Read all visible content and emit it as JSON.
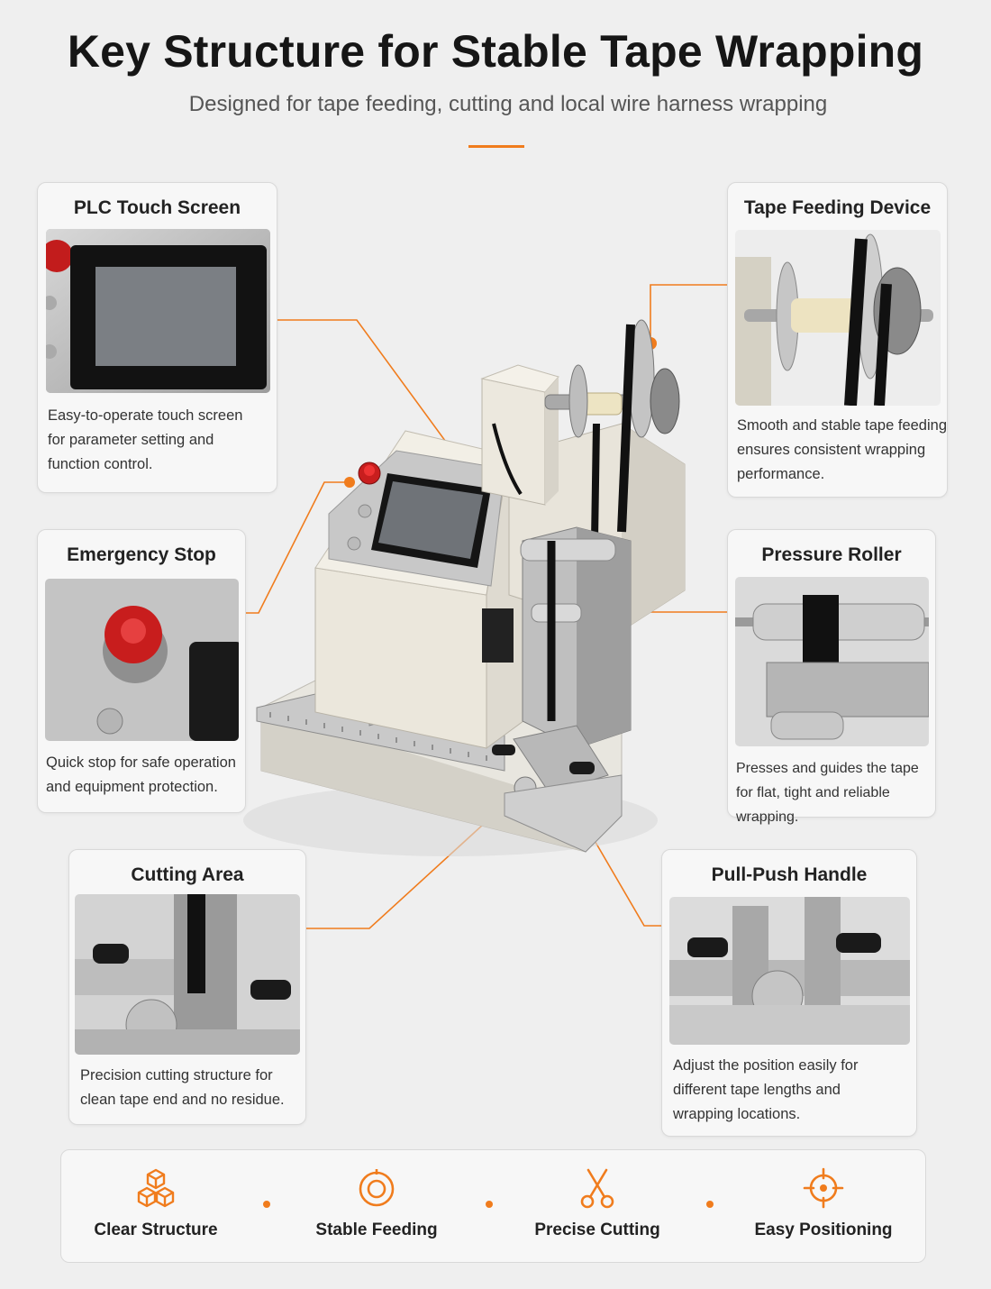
{
  "header": {
    "title": "Key Structure for Stable Tape Wrapping",
    "subtitle": "Designed for tape feeding, cutting and local wire harness wrapping"
  },
  "colors": {
    "accent": "#f07c1d",
    "background": "#efefef",
    "card_background": "#f7f7f7",
    "card_border": "#d9d9d9"
  },
  "callouts": [
    {
      "id": "plc-touch-screen",
      "title": "PLC Touch Screen",
      "description": [
        "Easy-to-operate touch screen",
        "for parameter setting and",
        "function control."
      ]
    },
    {
      "id": "tape-feeding-device",
      "title": "Tape Feeding Device",
      "description": [
        "Smooth and stable tape feeding",
        "ensures consistent wrapping",
        "performance."
      ]
    },
    {
      "id": "emergency-stop",
      "title": "Emergency Stop",
      "description": [
        "Quick stop for safe operation",
        "and equipment protection."
      ]
    },
    {
      "id": "pressure-roller",
      "title": "Pressure Roller",
      "description": [
        "Presses and guides the tape",
        "for flat, tight and reliable wrapping."
      ]
    },
    {
      "id": "cutting-area",
      "title": "Cutting Area",
      "description": [
        "Precision cutting structure for",
        "clean tape end and no residue."
      ]
    },
    {
      "id": "pull-push-handle",
      "title": "Pull-Push Handle",
      "description": [
        "Adjust the position easily for",
        "different tape lengths and",
        "wrapping locations."
      ]
    }
  ],
  "features": [
    {
      "label": "Clear Structure",
      "icon": "cubes-icon"
    },
    {
      "label": "Stable Feeding",
      "icon": "target-circle-icon"
    },
    {
      "label": "Precise Cutting",
      "icon": "scissors-icon"
    },
    {
      "label": "Easy Positioning",
      "icon": "crosshair-icon"
    }
  ]
}
